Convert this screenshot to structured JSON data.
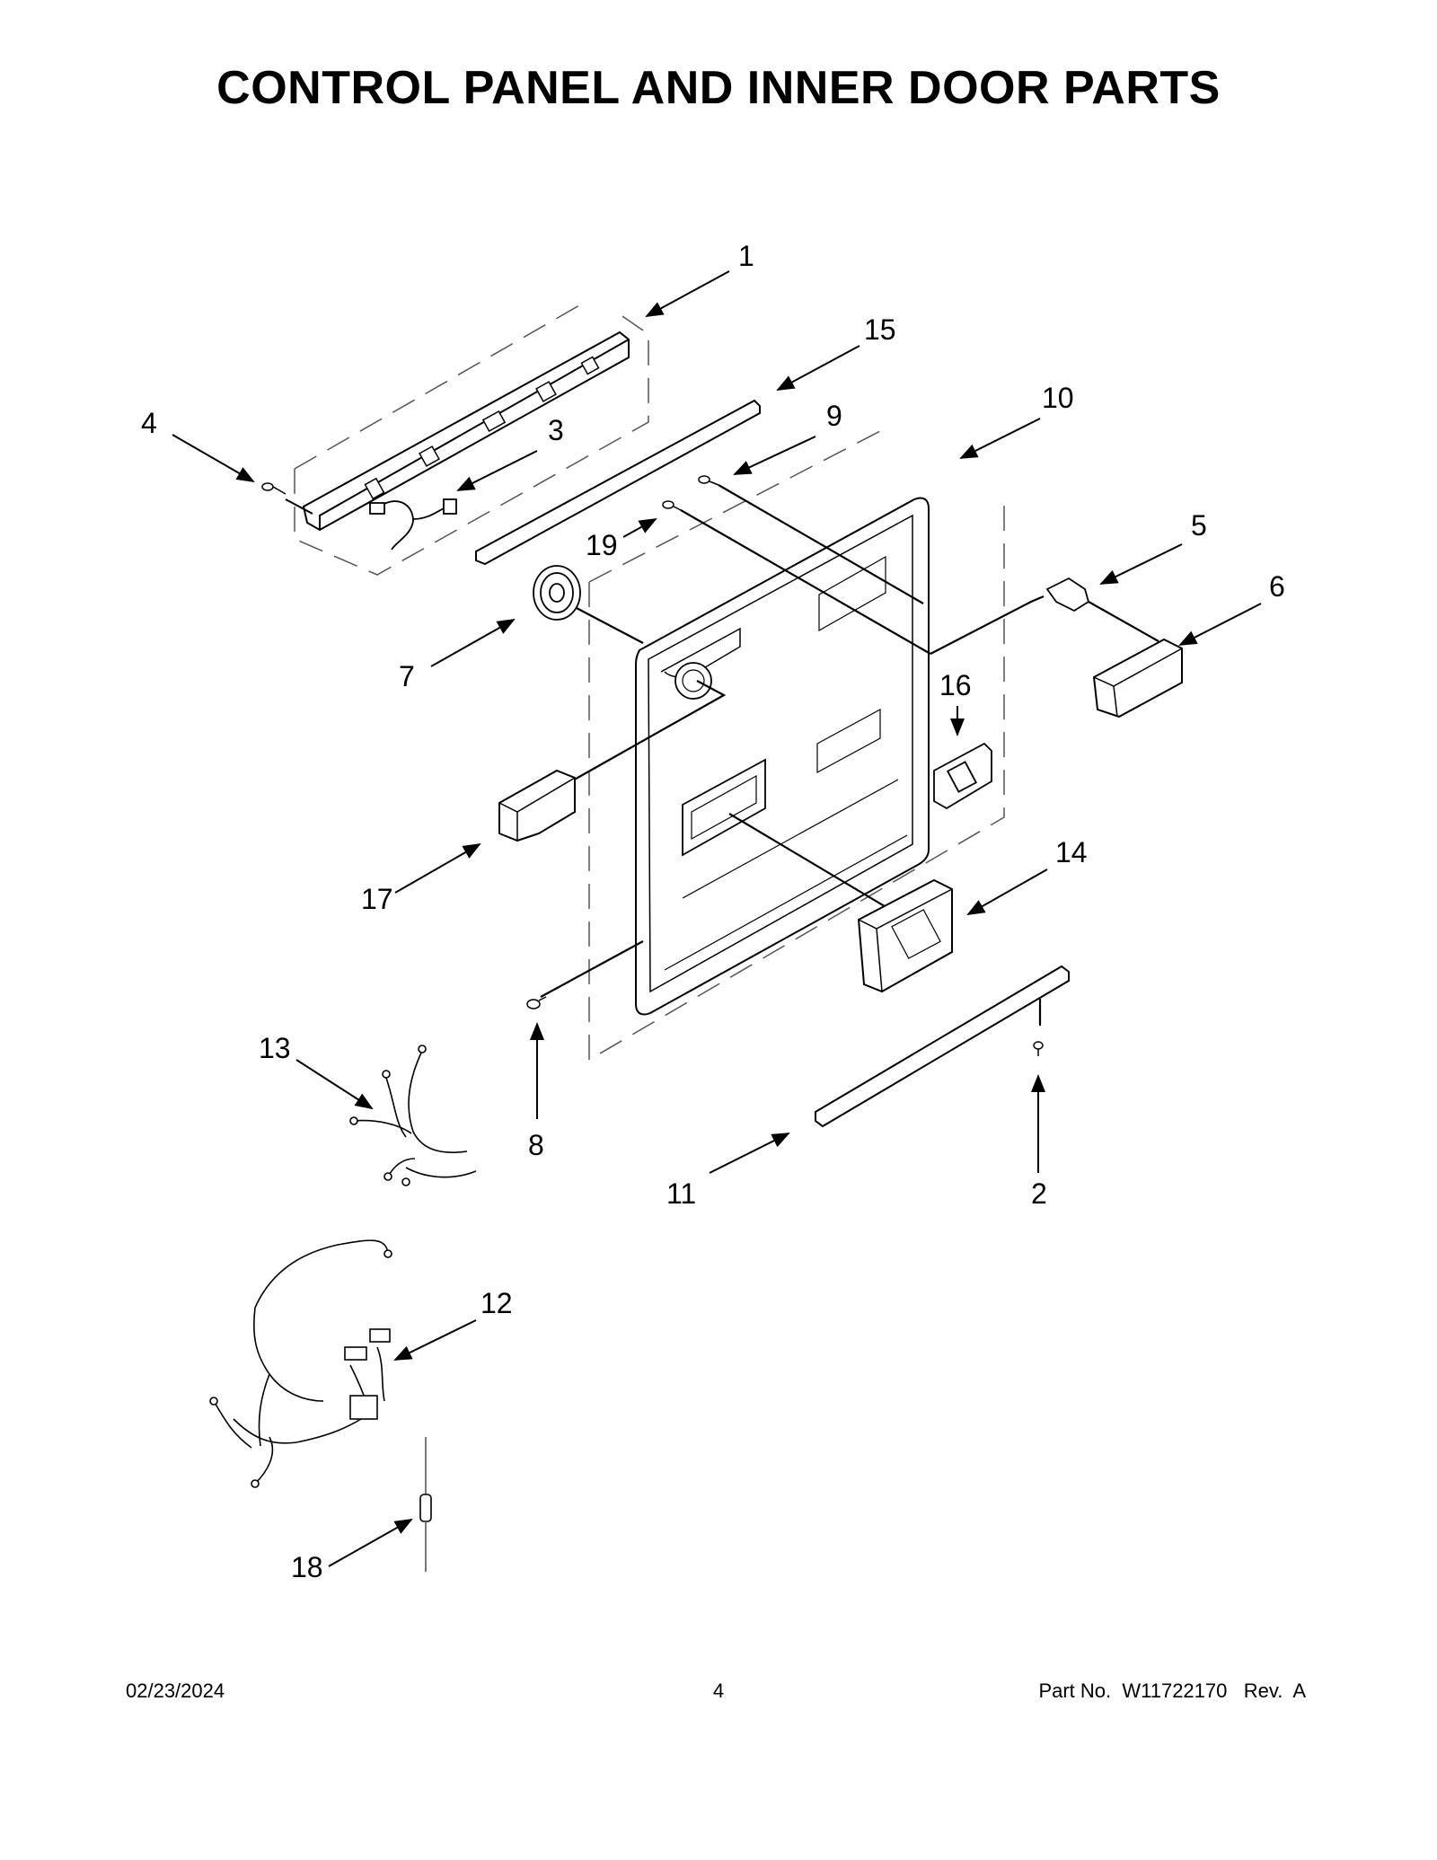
{
  "page": {
    "title": "CONTROL PANEL AND INNER DOOR PARTS"
  },
  "callouts": [
    "1",
    "15",
    "9",
    "10",
    "4",
    "3",
    "19",
    "5",
    "6",
    "7",
    "16",
    "14",
    "17",
    "8",
    "13",
    "11",
    "2",
    "12",
    "18"
  ],
  "footer": {
    "date": "02/23/2024",
    "page_number": "4",
    "part_number": "Part No.  W11722170   Rev.  A"
  }
}
